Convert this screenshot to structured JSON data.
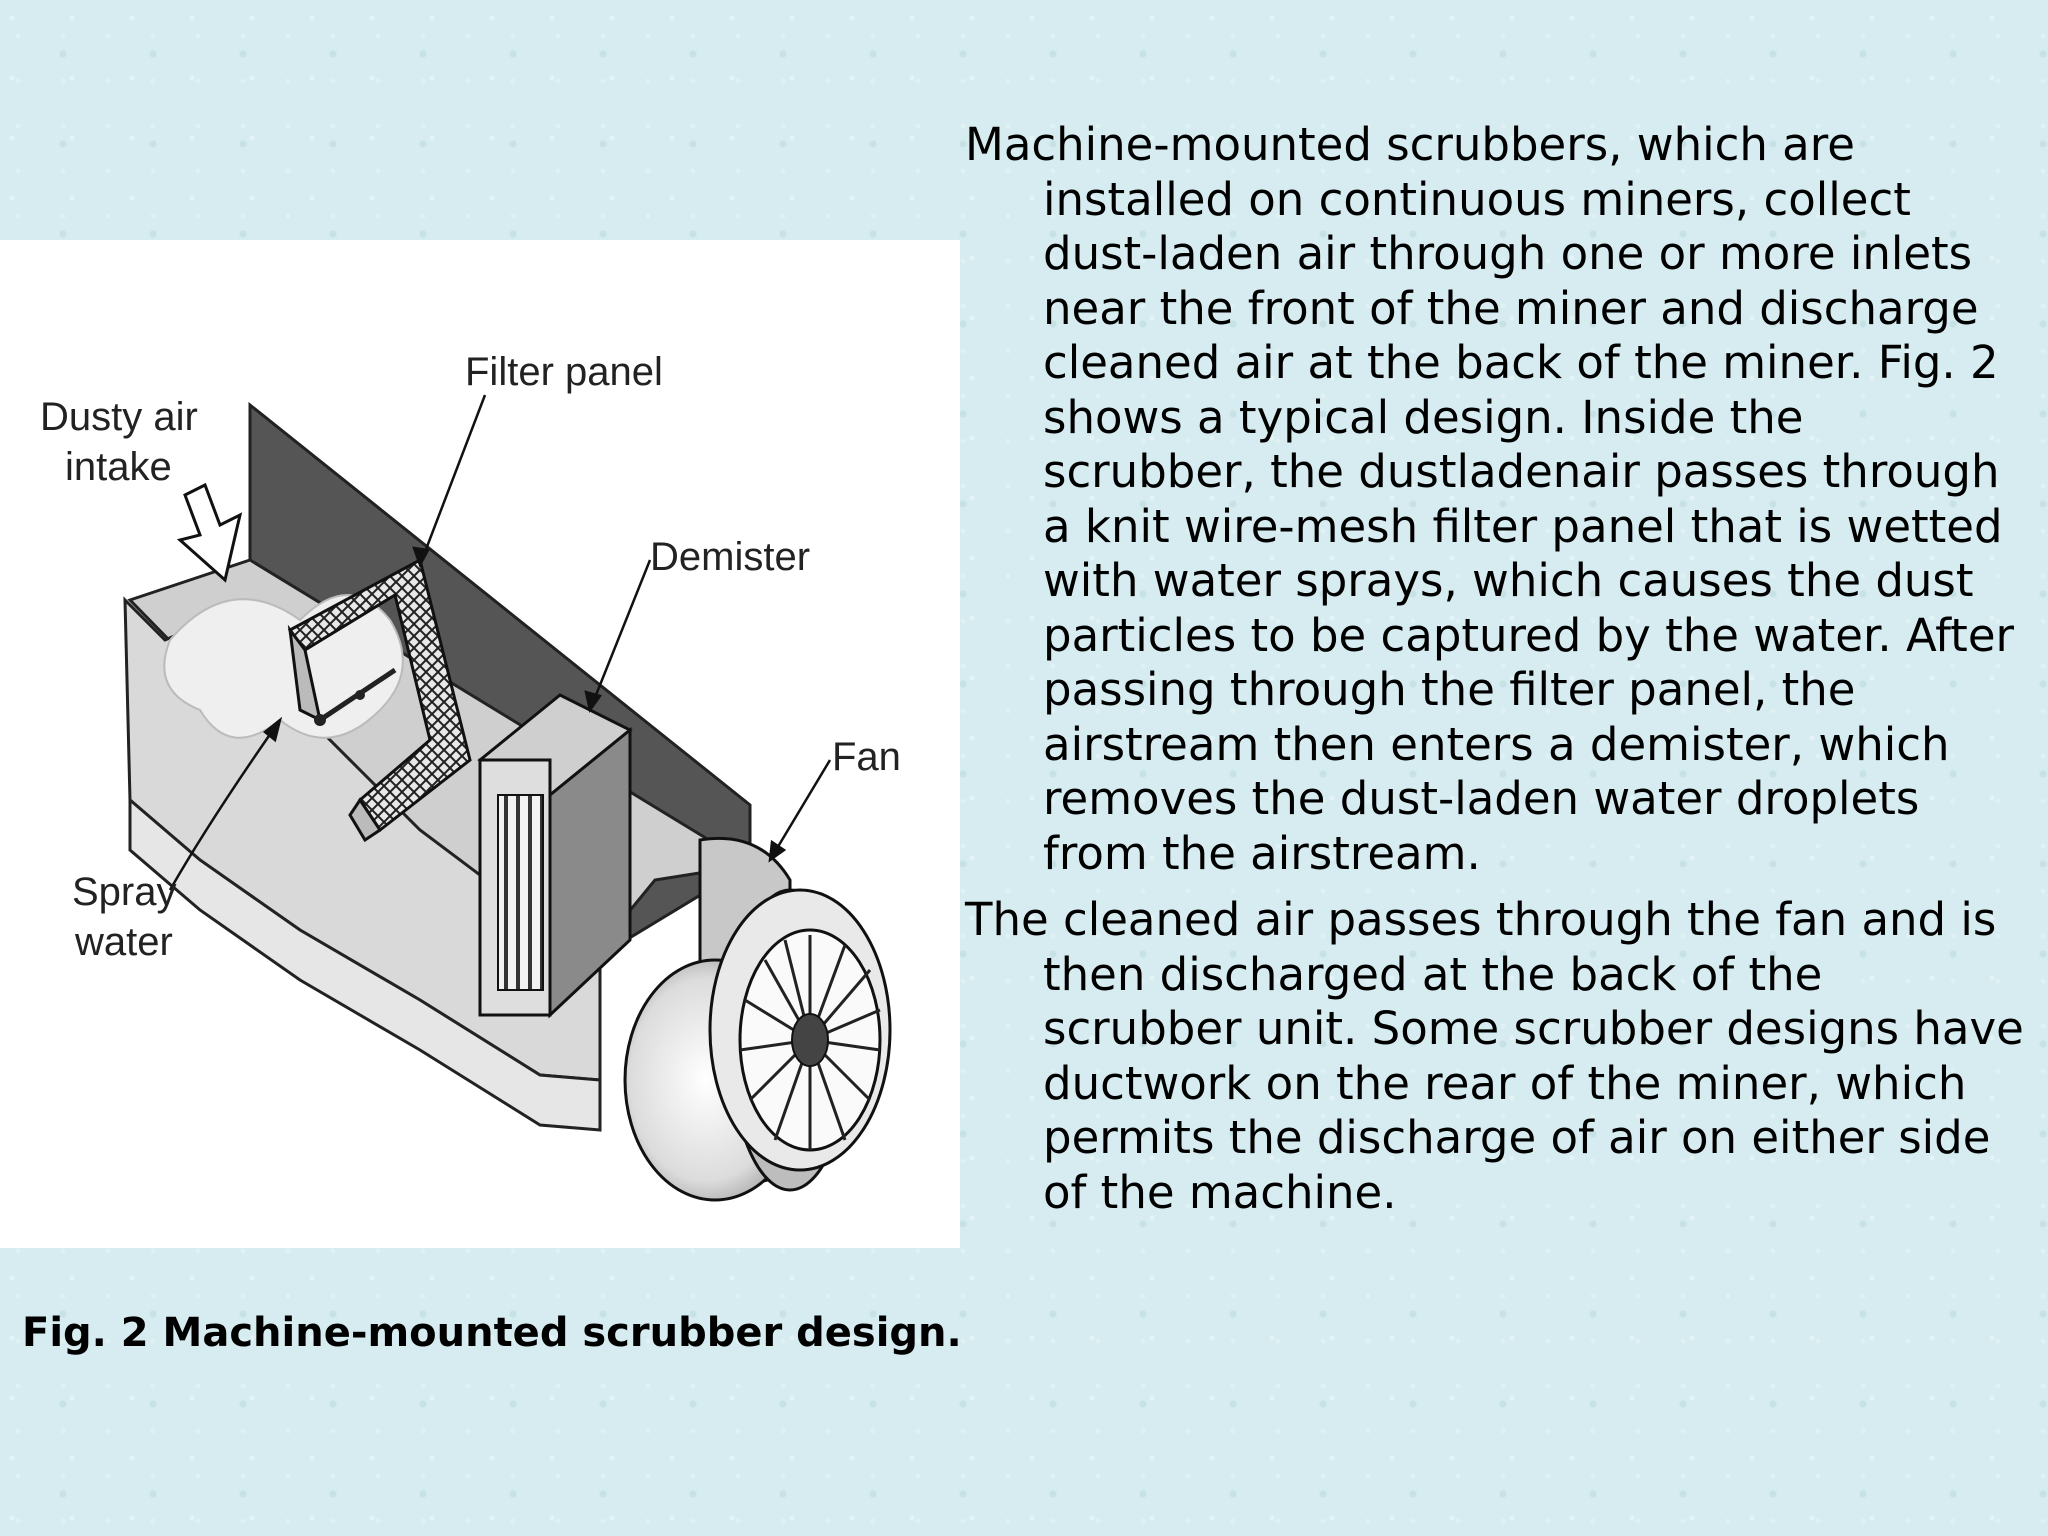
{
  "figure": {
    "labels": {
      "dusty_air_intake_1": "Dusty air",
      "dusty_air_intake_2": "intake",
      "filter_panel": "Filter panel",
      "demister": "Demister",
      "fan": "Fan",
      "spray_water_1": "Spray",
      "spray_water_2": "water"
    },
    "caption": "Fig. 2 Machine-mounted scrubber design."
  },
  "body": {
    "paragraphs": [
      "Machine-mounted scrubbers, which are installed on continuous miners, collect dust-laden air through one or more inlets near the front of the miner and discharge cleaned air at the back of the miner. Fig. 2 shows a typical design. Inside the scrubber, the dustladenair passes through a knit wire-mesh filter panel that is wetted with water sprays, which causes the dust particles to be captured by the water. After passing through the filter panel, the airstream then enters a demister, which removes the dust-laden water droplets from the airstream.",
      "The cleaned air passes through the fan and is then discharged at the back of the scrubber unit. Some scrubber designs have ductwork on the rear of the miner, which permits the discharge of air on either side of the machine."
    ]
  }
}
